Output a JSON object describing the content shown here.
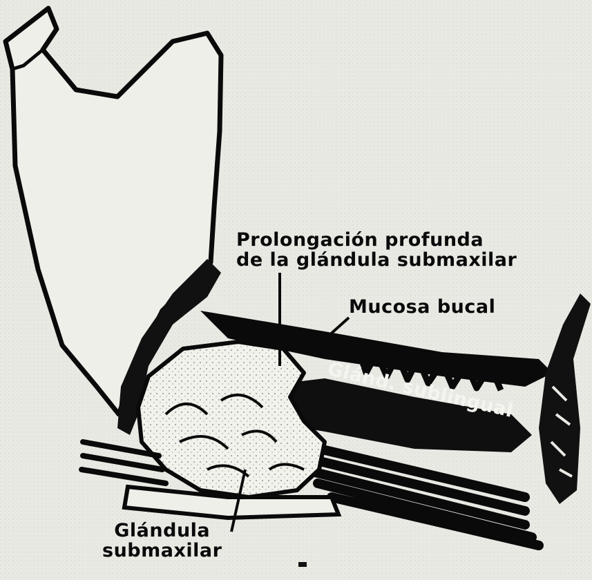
{
  "labels": {
    "deep_process_line1": "Prolongación profunda",
    "deep_process_line2": "de la glándula submaxilar",
    "oral_mucosa": "Mucosa bucal",
    "sublingual_gland": "Glánd. sublingual",
    "submaxillary_gland_line1": "Glándula",
    "submaxillary_gland_line2": "submaxilar"
  },
  "colors": {
    "background": "#e9eae4",
    "ink": "#0a0a0a",
    "gland_fill": "#f2f2ec"
  }
}
